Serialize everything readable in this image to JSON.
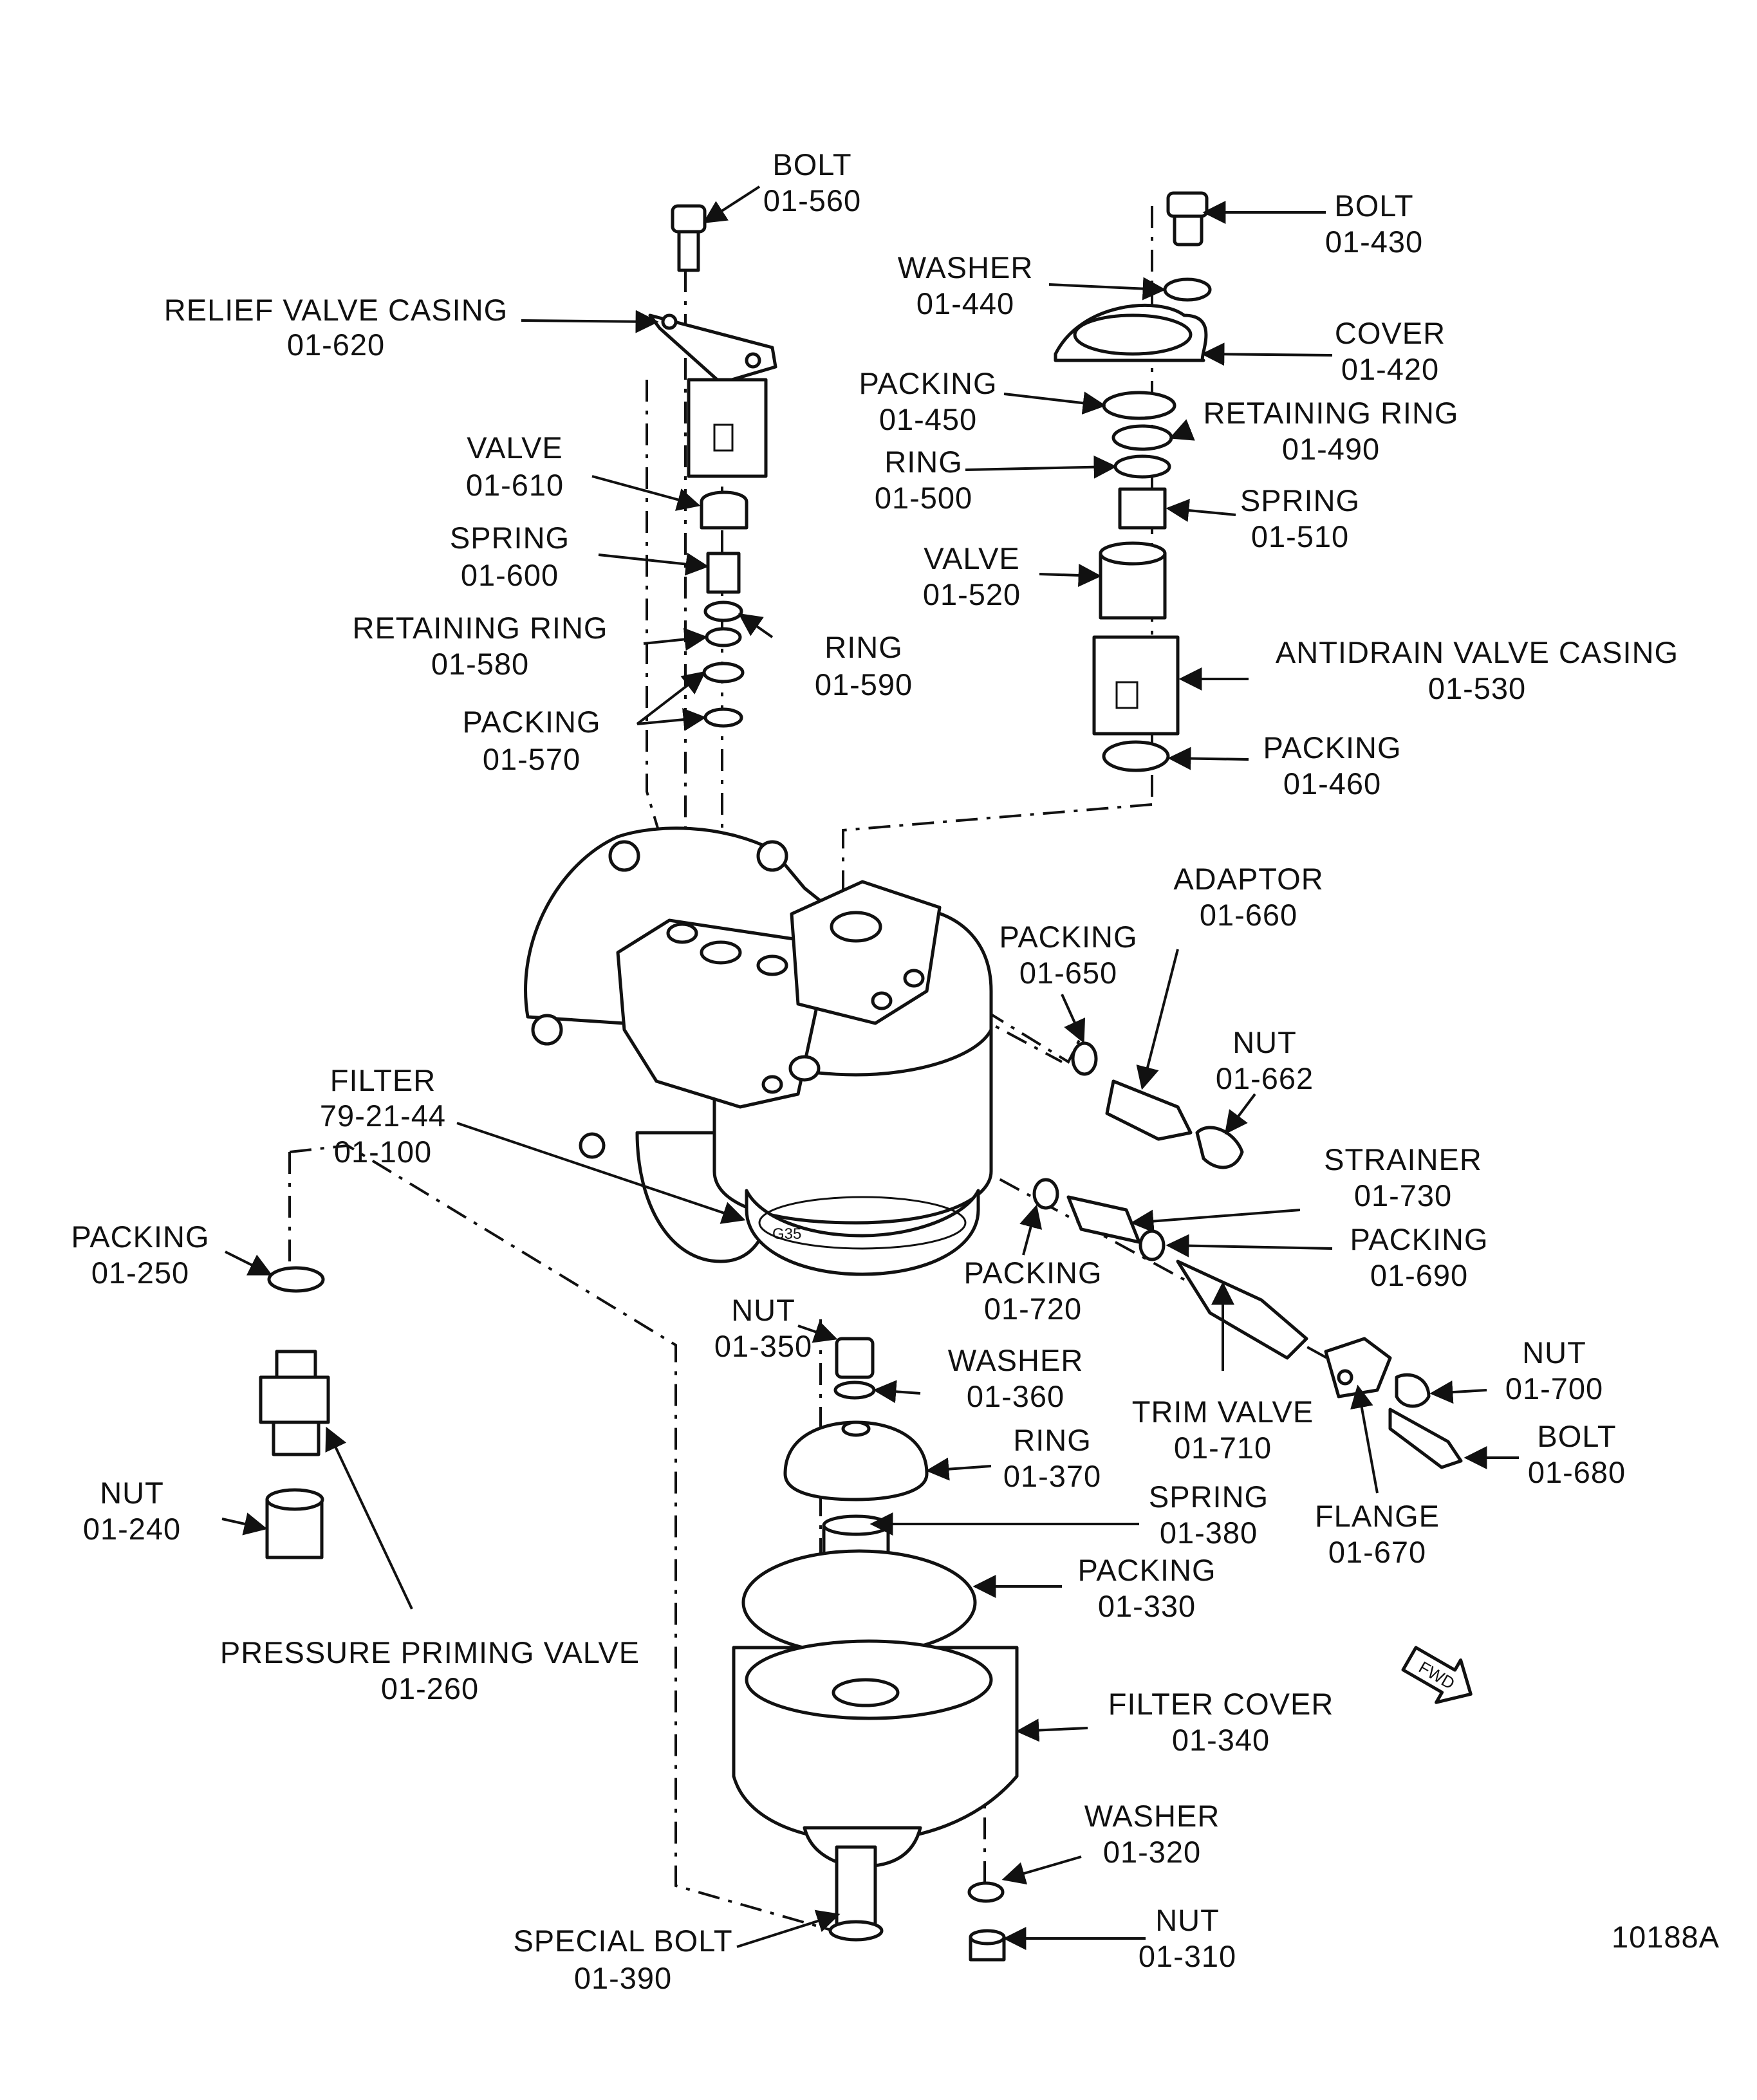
{
  "figure_id": "10188A",
  "fwd_marker": "FWD",
  "callouts": [
    {
      "key": "bolt_560",
      "name": "BOLT",
      "part": "01-560"
    },
    {
      "key": "relief_valve_casing",
      "name": "RELIEF VALVE CASING",
      "part": "01-620"
    },
    {
      "key": "valve_610",
      "name": "VALVE",
      "part": "01-610"
    },
    {
      "key": "spring_600",
      "name": "SPRING",
      "part": "01-600"
    },
    {
      "key": "retaining_ring_580",
      "name": "RETAINING RING",
      "part": "01-580"
    },
    {
      "key": "ring_590",
      "name": "RING",
      "part": "01-590"
    },
    {
      "key": "packing_570",
      "name": "PACKING",
      "part": "01-570"
    },
    {
      "key": "bolt_430",
      "name": "BOLT",
      "part": "01-430"
    },
    {
      "key": "washer_440",
      "name": "WASHER",
      "part": "01-440"
    },
    {
      "key": "cover_420",
      "name": "COVER",
      "part": "01-420"
    },
    {
      "key": "packing_450",
      "name": "PACKING",
      "part": "01-450"
    },
    {
      "key": "retaining_ring_490",
      "name": "RETAINING RING",
      "part": "01-490"
    },
    {
      "key": "ring_500",
      "name": "RING",
      "part": "01-500"
    },
    {
      "key": "spring_510",
      "name": "SPRING",
      "part": "01-510"
    },
    {
      "key": "valve_520",
      "name": "VALVE",
      "part": "01-520"
    },
    {
      "key": "antidrain_valve_casing",
      "name": "ANTIDRAIN VALVE CASING",
      "part": "01-530"
    },
    {
      "key": "packing_460",
      "name": "PACKING",
      "part": "01-460"
    },
    {
      "key": "adaptor_660",
      "name": "ADAPTOR",
      "part": "01-660"
    },
    {
      "key": "packing_650",
      "name": "PACKING",
      "part": "01-650"
    },
    {
      "key": "nut_662",
      "name": "NUT",
      "part": "01-662"
    },
    {
      "key": "filter_100",
      "name": "FILTER",
      "part": "01-100",
      "ref": "79-21-44"
    },
    {
      "key": "strainer_730",
      "name": "STRAINER",
      "part": "01-730"
    },
    {
      "key": "packing_690",
      "name": "PACKING",
      "part": "01-690"
    },
    {
      "key": "packing_720",
      "name": "PACKING",
      "part": "01-720"
    },
    {
      "key": "packing_250",
      "name": "PACKING",
      "part": "01-250"
    },
    {
      "key": "nut_350",
      "name": "NUT",
      "part": "01-350"
    },
    {
      "key": "washer_360",
      "name": "WASHER",
      "part": "01-360"
    },
    {
      "key": "ring_370",
      "name": "RING",
      "part": "01-370"
    },
    {
      "key": "nut_700",
      "name": "NUT",
      "part": "01-700"
    },
    {
      "key": "trim_valve_710",
      "name": "TRIM VALVE",
      "part": "01-710"
    },
    {
      "key": "bolt_680",
      "name": "BOLT",
      "part": "01-680"
    },
    {
      "key": "flange_670",
      "name": "FLANGE",
      "part": "01-670"
    },
    {
      "key": "spring_380",
      "name": "SPRING",
      "part": "01-380"
    },
    {
      "key": "nut_240",
      "name": "NUT",
      "part": "01-240"
    },
    {
      "key": "packing_330",
      "name": "PACKING",
      "part": "01-330"
    },
    {
      "key": "pressure_priming_valve",
      "name": "PRESSURE PRIMING VALVE",
      "part": "01-260"
    },
    {
      "key": "filter_cover_340",
      "name": "FILTER COVER",
      "part": "01-340"
    },
    {
      "key": "washer_320",
      "name": "WASHER",
      "part": "01-320"
    },
    {
      "key": "special_bolt_390",
      "name": "SPECIAL BOLT",
      "part": "01-390"
    },
    {
      "key": "nut_310",
      "name": "NUT",
      "part": "01-310"
    }
  ]
}
